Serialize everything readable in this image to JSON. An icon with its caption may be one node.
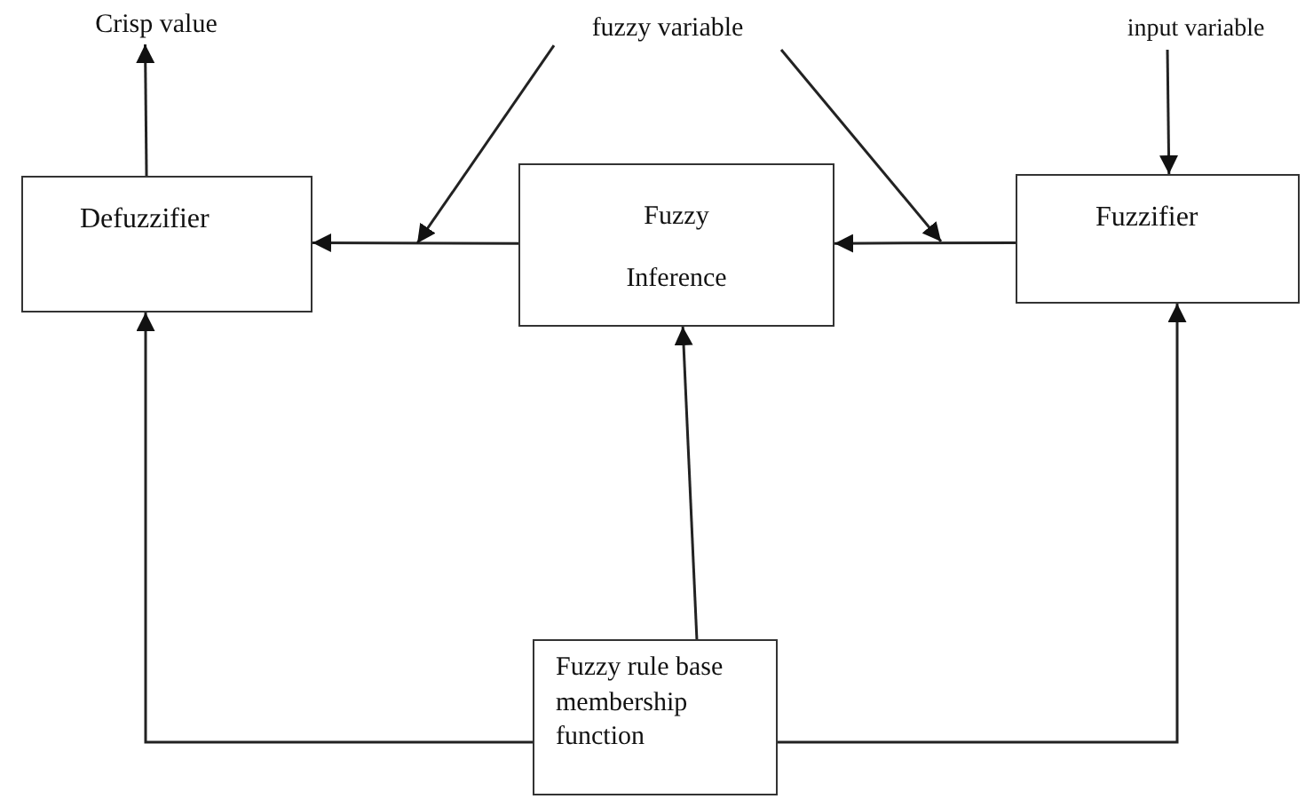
{
  "diagram": {
    "nodes": [
      {
        "text": [
          "Crisp value"
        ]
      },
      {
        "text": [
          "fuzzy variable"
        ]
      },
      {
        "text": [
          "input variable"
        ]
      },
      {
        "text": [
          "Defuzzifier"
        ]
      },
      {
        "text": [
          "Fuzzy Inference"
        ]
      },
      {
        "text": [
          "Fuzzifier"
        ]
      },
      {
        "text": [
          "Fuzzy rule base membership function"
        ]
      }
    ],
    "edges": [
      {
        "from": 5,
        "to": 4,
        "arrow": "to"
      },
      {
        "from": 4,
        "to": 3,
        "arrow": "to"
      },
      {
        "from": 3,
        "to": 0,
        "arrow": "to"
      },
      {
        "from": 2,
        "to": 5,
        "arrow": "to"
      },
      {
        "from": 6,
        "to": 3,
        "arrow": "to"
      },
      {
        "from": 6,
        "to": 4,
        "arrow": "to"
      },
      {
        "from": 6,
        "to": 5,
        "arrow": "to"
      },
      {
        "from": 1,
        "to": null,
        "arrow": "to"
      },
      {
        "from": 1,
        "to": null,
        "arrow": "to"
      }
    ]
  }
}
